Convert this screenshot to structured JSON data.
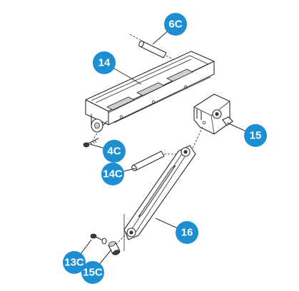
{
  "callouts": [
    {
      "id": "6C",
      "label": "6C"
    },
    {
      "id": "14",
      "label": "14"
    },
    {
      "id": "15",
      "label": "15"
    },
    {
      "id": "4C",
      "label": "4C"
    },
    {
      "id": "14C",
      "label": "14C"
    },
    {
      "id": "16",
      "label": "16"
    },
    {
      "id": "13C",
      "label": "13C"
    },
    {
      "id": "15C",
      "label": "15C"
    }
  ],
  "colors": {
    "callout_fill": "#1d8fd1",
    "callout_text": "#ffffff",
    "line_art": "#2b2b2b"
  }
}
